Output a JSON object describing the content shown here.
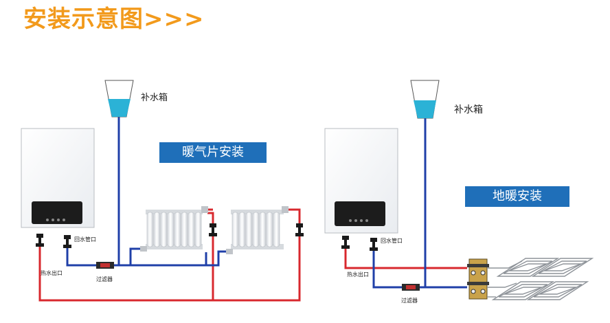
{
  "title": "安装示意图>>>",
  "left_system": {
    "banner": "暖气片安装",
    "tank_label": "补水箱",
    "return_label": "回水管口",
    "outlet_label": "热水出口",
    "filter_label": "过滤器"
  },
  "right_system": {
    "banner": "地暖安装",
    "tank_label": "补水箱",
    "return_label": "回水管口",
    "outlet_label": "热水出口",
    "filter_label": "过滤器"
  },
  "colors": {
    "title": "#f29a1c",
    "banner": "#1f6fb9",
    "hot_pipe": "#d8282e",
    "cold_pipe": "#1f3fa8",
    "tank_water": "#2bb2d6"
  }
}
